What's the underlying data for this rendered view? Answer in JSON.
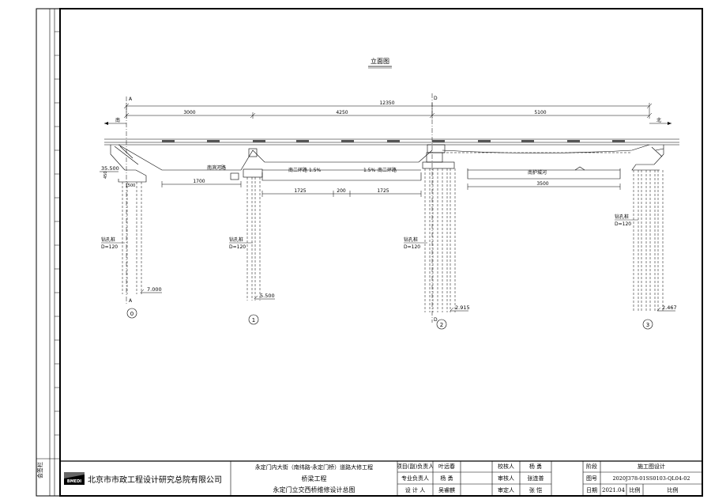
{
  "drawing": {
    "title": "立面图",
    "axes": {
      "a": "A",
      "d": "D"
    },
    "dims": {
      "total": "12350",
      "span1": "3000",
      "span2": "4250",
      "span3": "5100",
      "gap1": "1700",
      "gap2a": "1725",
      "gap2mid": "200",
      "gap2b": "1725",
      "gap3": "3500",
      "pier_w": "1500",
      "dim_450": "450"
    },
    "directions": {
      "left": "南",
      "right": "北"
    },
    "elevations": {
      "top": "35.500",
      "pile0": "7.000",
      "pile1": "5.500",
      "pile2": "2.915",
      "pile3": "2.467"
    },
    "labels": {
      "road1": "南滨河路",
      "road2a": "南二环路",
      "road2b": "南二环路",
      "river": "南护城河",
      "slope1": "1.5%",
      "slope2": "1.5%"
    },
    "piles": {
      "label": "钻孔桩",
      "diameter": "D=120"
    },
    "pier_ids": [
      "0",
      "1",
      "2",
      "3"
    ]
  },
  "sidebar": {
    "stamp": "会签栏"
  },
  "title_block": {
    "company": "北京市市政工程设计研究总院有限公司",
    "logo_text": "BMEDI",
    "project": "永定门内大街（南纬路-永定门桥）道路大修工程",
    "subproject": "桥梁工程",
    "drawing_name": "永定门立交西桥维修设计总图",
    "roles": {
      "project_lead_label": "项目(副)负责人",
      "project_lead": "叶远春",
      "discipline_lead_label": "专业负责人",
      "discipline_lead": "杨 勇",
      "designer_label": "设 计 人",
      "designer": "吴睿麒",
      "checker_label": "校核人",
      "checker": "杨 勇",
      "reviewer_label": "审核人",
      "reviewer": "张连普",
      "approver_label": "审定人",
      "approver": "张 恺"
    },
    "stage_label": "阶段",
    "stage": "施工图设计",
    "drawing_no_label": "图号",
    "drawing_no": "2020J378-01SS0103-QL04-02",
    "date_label": "日期",
    "date": "2021.04",
    "scale_label": "比例",
    "scale": "比例"
  }
}
